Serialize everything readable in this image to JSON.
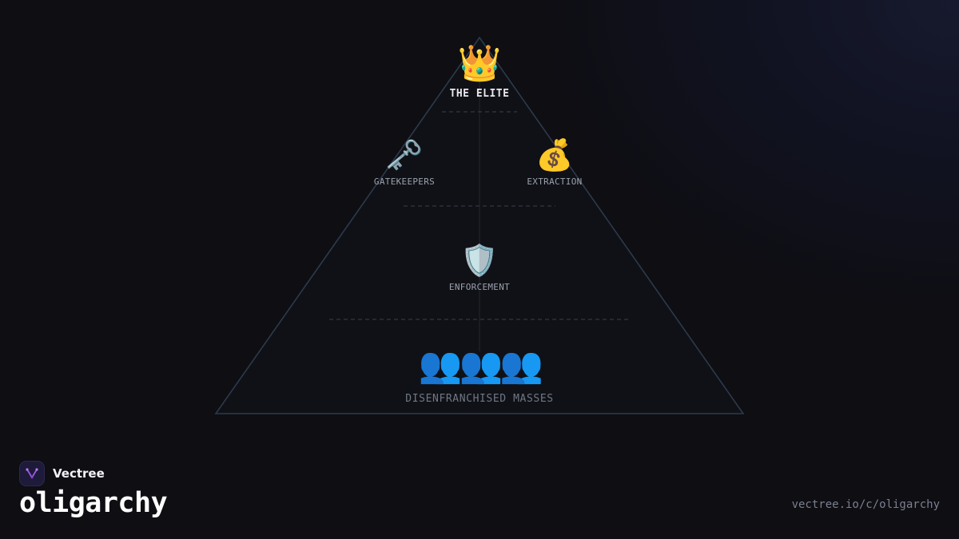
{
  "pyramid": {
    "apex": {
      "icon": "👑",
      "icon_name": "crown-icon",
      "label": "THE ELITE"
    },
    "left": {
      "icon": "🗝️",
      "icon_name": "key-icon",
      "label": "GATEKEEPERS"
    },
    "right": {
      "icon": "💰",
      "icon_name": "money-bag-icon",
      "label": "EXTRACTION"
    },
    "middle": {
      "icon": "🛡️",
      "icon_name": "shield-icon",
      "label": "ENFORCEMENT"
    },
    "base": {
      "icon": "👥👥👥",
      "icon_name": "people-icon",
      "label": "DISENFRANCHISED MASSES"
    }
  },
  "brand": {
    "name": "Vectree",
    "logo_icon": "vectree-logo-icon",
    "accent": "#9a5ae0"
  },
  "page": {
    "slug": "oligarchy",
    "url": "vectree.io/c/oligarchy"
  },
  "colors": {
    "background": "#0e0e13",
    "triangle_edge": "#2c3a4d",
    "divider": "#3a404c"
  }
}
